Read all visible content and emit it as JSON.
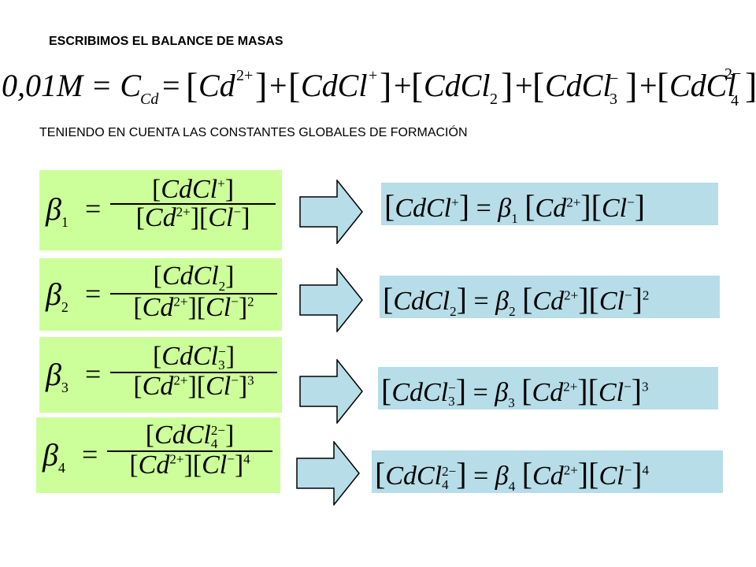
{
  "title": "ESCRIBIMOS EL BALANCE DE MASAS",
  "subtitle": "TENIENDO EN CUENTA LAS CONSTANTES GLOBALES DE FORMACIÓN",
  "mass_balance": {
    "lhs": "0,01M = C",
    "lhs_sub": "Cd",
    "terms": [
      {
        "species": "Cd",
        "charge": "2+"
      },
      {
        "species": "CdCl",
        "charge": "+"
      },
      {
        "species": "CdCl",
        "sub": "2"
      },
      {
        "species": "CdCl",
        "sub": "3",
        "charge": "−"
      },
      {
        "species": "CdCl",
        "sub": "4",
        "charge": "2−"
      }
    ]
  },
  "equations": [
    {
      "beta": "β",
      "index": "1",
      "complex_sub": "",
      "complex_charge": "+",
      "cl_power": ""
    },
    {
      "beta": "β",
      "index": "2",
      "complex_sub": "2",
      "complex_charge": "",
      "cl_power": "2"
    },
    {
      "beta": "β",
      "index": "3",
      "complex_sub": "3",
      "complex_charge": "−",
      "cl_power": "3"
    },
    {
      "beta": "β",
      "index": "4",
      "complex_sub": "4",
      "complex_charge": "2−",
      "cl_power": "4"
    }
  ],
  "symbols": {
    "cd": "Cd",
    "cd_charge": "2+",
    "cl": "Cl",
    "cl_charge": "−",
    "cdcl": "CdCl",
    "equals": "="
  },
  "colors": {
    "green_box": "#ccff99",
    "blue_box": "#b6dde8",
    "arrow_fill": "#b6dde8",
    "arrow_stroke": "#000000"
  },
  "icons": [
    "right-arrow-icon"
  ]
}
